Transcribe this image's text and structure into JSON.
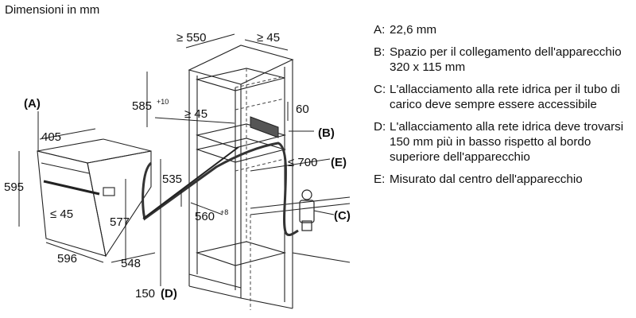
{
  "header": {
    "title": "Dimensioni in mm"
  },
  "dimensions": {
    "depth_top": "≥ 550",
    "rear_gap": "≥ 45",
    "height_cutout": "585",
    "height_cutout_tol": "+10",
    "shelf_gap": "≥ 45",
    "vent": "60",
    "label_B": "(B)",
    "depth_E": "≤ 700",
    "label_E": "(E)",
    "label_A": "(A)",
    "front_depth": "405",
    "oven_height": "595",
    "door_gap": "≤ 45",
    "inner_height": "577",
    "cable_height": "535",
    "cutout_width": "560",
    "cutout_width_tol": "+8",
    "label_C": "(C)",
    "oven_width": "596",
    "oven_depth": "548",
    "hose_length": "150",
    "label_D": "(D)"
  },
  "legend": [
    {
      "key": "A:",
      "text": "22,6 mm"
    },
    {
      "key": "B:",
      "text": "Spazio per il collegamento dell'apparecchio 320 x 115 mm"
    },
    {
      "key": "C:",
      "text": "L'allacciamento alla rete idrica per il tubo di carico deve sempre essere accessibile"
    },
    {
      "key": "D:",
      "text": "L'allacciamento alla rete idrica deve trovarsi 150 mm più in basso rispetto al bordo superiore dell'apparecchio"
    },
    {
      "key": "E:",
      "text": "Misurato dal centro dell'apparecchio"
    }
  ]
}
